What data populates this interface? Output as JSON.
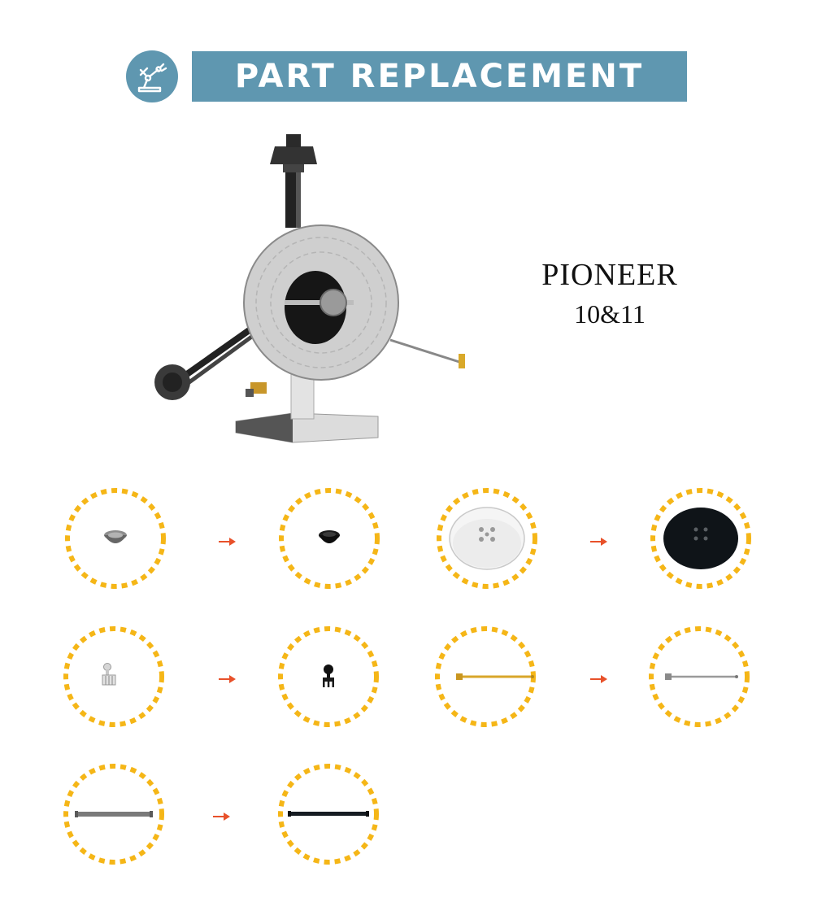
{
  "header": {
    "title": "PART REPLACEMENT",
    "icon": "robot-arm-icon",
    "color": "#5f97b0"
  },
  "product": {
    "name_line1": "PIONEER",
    "name_line2": "10&11"
  },
  "colors": {
    "circle_dash": "#f5b617",
    "arrow": "#e8512a"
  },
  "replacements": [
    {
      "from": "gray-dish-part-icon",
      "to": "black-dish-part-icon"
    },
    {
      "from": "white-round-plate-icon",
      "to": "black-round-plate-icon"
    },
    {
      "from": "silver-connector-part-icon",
      "to": "black-connector-part-icon"
    },
    {
      "from": "gold-antenna-rod-icon",
      "to": "silver-antenna-rod-icon"
    },
    {
      "from": "gray-bar-part-icon",
      "to": "black-bar-part-icon"
    }
  ]
}
